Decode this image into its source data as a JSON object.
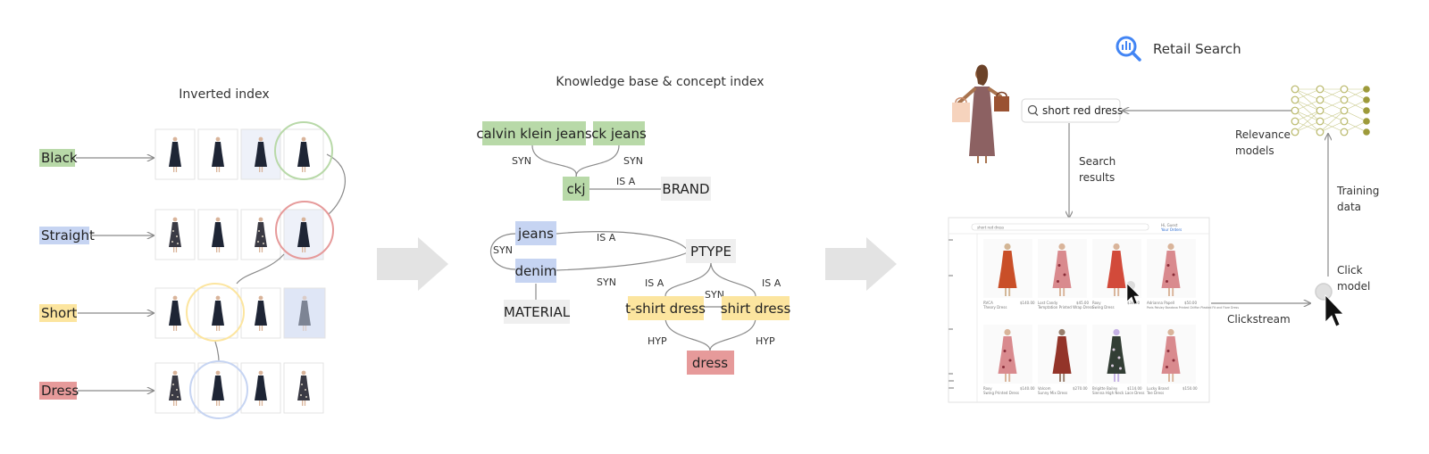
{
  "colors": {
    "green": "#b8d9a8",
    "blue": "#c6d4f2",
    "yellow": "#fce59f",
    "red": "#e69a9a",
    "gray": "#efefef",
    "arrow": "#e3e3e3",
    "line": "#8a8a8a",
    "dress_dark": "#1e2535",
    "dress_red": "#d24a3a"
  },
  "inverted_index": {
    "title": "Inverted index",
    "terms": [
      {
        "label": "Black",
        "color": "green"
      },
      {
        "label": "Straight",
        "color": "blue"
      },
      {
        "label": "Short",
        "color": "yellow"
      },
      {
        "label": "Dress",
        "color": "red"
      }
    ]
  },
  "knowledge_base": {
    "title": "Knowledge base & concept index",
    "nodes": {
      "calvin": "calvin klein jeans",
      "ck": "ck jeans",
      "ckj": "ckj",
      "brand": "BRAND",
      "jeans": "jeans",
      "denim": "denim",
      "material": "MATERIAL",
      "ptype": "PTYPE",
      "tshirt": "t-shirt dress",
      "shirt": "shirt dress",
      "dress": "dress"
    },
    "edges": {
      "syn": "SYN",
      "isa": "IS A",
      "hyp": "HYP"
    }
  },
  "retail_search": {
    "title": "Retail Search",
    "search_query": "short red dress",
    "search_results": [
      "Search",
      "results"
    ],
    "relevance_models": [
      "Relevance",
      "models"
    ],
    "training_data": [
      "Training",
      "data"
    ],
    "click_model": [
      "Click",
      "model"
    ],
    "clickstream": "Clickstream",
    "mock": {
      "search_text": "short red dress",
      "account": [
        "Hi, Guest",
        "Your Orders"
      ],
      "products": [
        {
          "brand": "RVCA",
          "name": "Theory Dress",
          "price": "$140.00"
        },
        {
          "brand": "Lost Candy",
          "name": "Temptation Printed Wrap Dress",
          "price": "$45.00"
        },
        {
          "brand": "Roxy",
          "name": "Swing Dress",
          "price": "$34.00"
        },
        {
          "brand": "Adrianna Papell",
          "name": "Paris Paisley Bandana Printed Chiffon Pleated Fit and Flare Dress",
          "price": "$50.00"
        },
        {
          "brand": "Roxy",
          "name": "Swing Printed Dress",
          "price": "$140.00"
        },
        {
          "brand": "Volcom",
          "name": "Sunny Mix Dress",
          "price": "$270.00"
        },
        {
          "brand": "Brigitte Bailey",
          "name": "Sienna High Neck Lace Dress",
          "price": "$114.00"
        },
        {
          "brand": "Lucky Brand",
          "name": "Tee Dress",
          "price": "$150.00"
        }
      ]
    }
  }
}
